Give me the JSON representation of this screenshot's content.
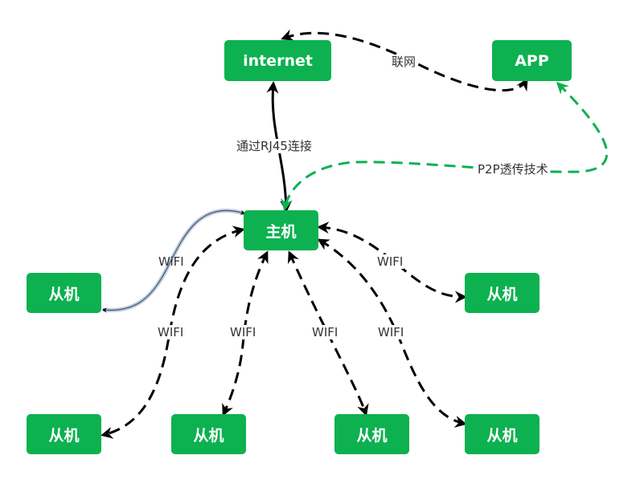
{
  "nodes": {
    "internet": "internet",
    "app": "APP",
    "master": "主机",
    "slave_left": "从机",
    "slave_right": "从机",
    "slave_bottom_1": "从机",
    "slave_bottom_2": "从机",
    "slave_bottom_3": "从机",
    "slave_bottom_4": "从机"
  },
  "edges": {
    "internet_app": "联网",
    "internet_master": "通过RJ45连接",
    "app_master": "P2P透传技术",
    "master_slave_left": "WiFI",
    "master_slave_right": "WIFI",
    "master_slave_bottom_1": "WIFI",
    "master_slave_bottom_2": "WIFI",
    "master_slave_bottom_3": "WIFI",
    "master_slave_bottom_4": "WIFI"
  },
  "colors": {
    "node_fill": "#0db150",
    "edge_default": "#000000",
    "edge_p2p": "#0db150",
    "edge_selected": "#b8cce4"
  }
}
